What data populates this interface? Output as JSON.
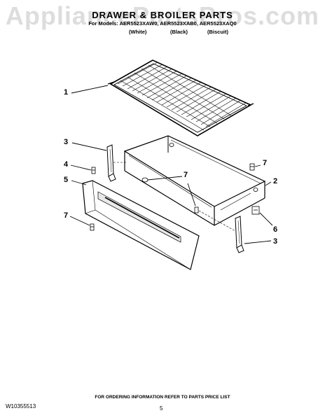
{
  "watermark": "AppliancePartsPros.com",
  "header": {
    "title": "DRAWER & BROILER PARTS",
    "models": "For Models: AER5523XAW0, AER5523XAB0, AER5523XAQ0",
    "colors": [
      "(White)",
      "(Black)",
      "(Biscuit)"
    ]
  },
  "callouts": [
    "1",
    "3",
    "4",
    "5",
    "7",
    "7",
    "7",
    "2",
    "6",
    "3"
  ],
  "footer": {
    "ordering_note": "FOR ORDERING INFORMATION REFER TO PARTS PRICE LIST",
    "doc_number": "W10355513",
    "page_number": "5"
  }
}
